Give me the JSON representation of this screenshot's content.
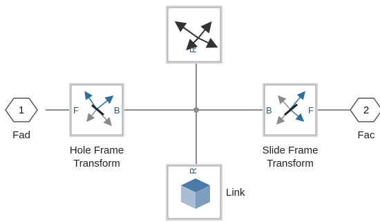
{
  "diagram": {
    "inport": {
      "number": "1",
      "label": "Fad"
    },
    "outport": {
      "number": "2",
      "label": "Fac"
    },
    "hole_transform": {
      "label_line1": "Hole Frame",
      "label_line2": "Transform",
      "port_left": "F",
      "port_right": "B"
    },
    "slide_transform": {
      "label_line1": "Slide Frame",
      "label_line2": "Transform",
      "port_left": "B",
      "port_right": "F"
    },
    "world_frame": {
      "port": "R"
    },
    "link": {
      "label": "Link",
      "port": "R"
    }
  }
}
